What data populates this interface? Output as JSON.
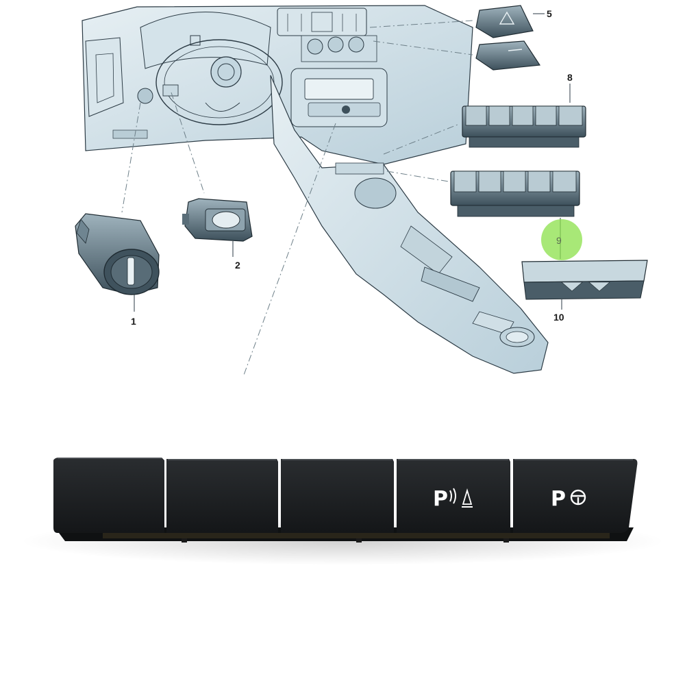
{
  "diagram": {
    "callouts": {
      "c1": "1",
      "c2": "2",
      "c5": "5",
      "c8": "8",
      "c9": "9",
      "c10": "10"
    },
    "highlight_color": "#8be04a",
    "line_color": "#2b3a44",
    "body_color": "#cfe0e8",
    "part_color": "#4f6470"
  },
  "switch_panel": {
    "buttons": [
      {
        "label": "",
        "icon": ""
      },
      {
        "label": "",
        "icon": ""
      },
      {
        "label": "",
        "icon": ""
      },
      {
        "label": "P",
        "icon": "park-distance-sensor-icon"
      },
      {
        "label": "P",
        "icon": "park-steering-assist-icon"
      }
    ],
    "panel_color": "#17191b"
  }
}
